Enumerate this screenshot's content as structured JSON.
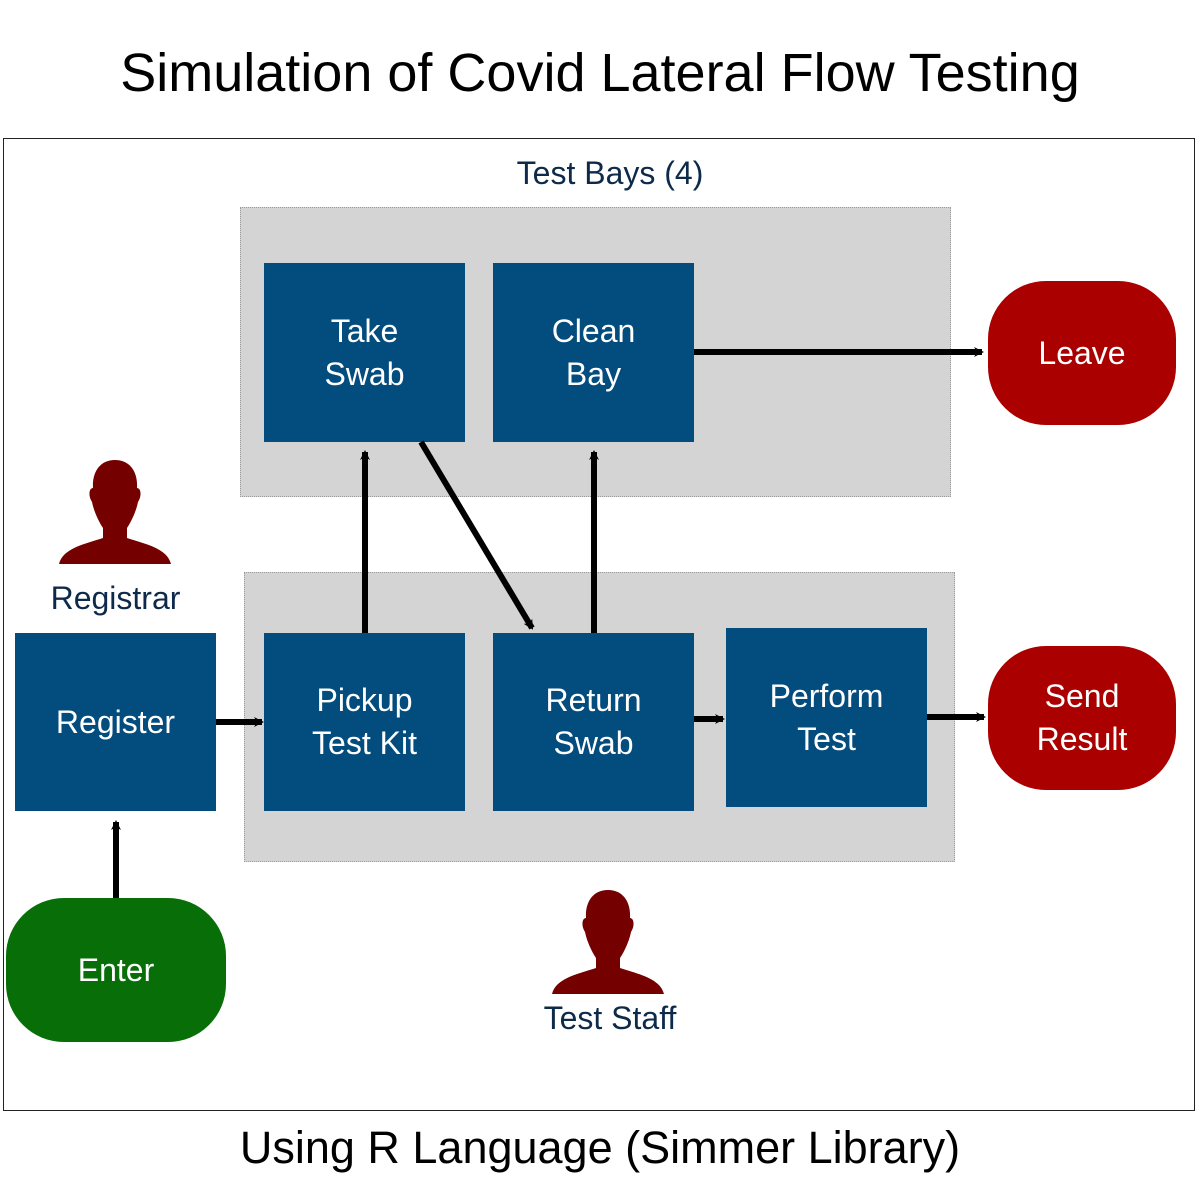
{
  "title": "Simulation of Covid Lateral Flow Testing",
  "subtitle": "Using R Language (Simmer Library)",
  "groups": {
    "test_bays": {
      "label": "Test Bays (4)"
    }
  },
  "resources": {
    "registrar": {
      "label": "Registrar",
      "icon": "person-icon"
    },
    "test_staff": {
      "label": "Test Staff",
      "icon": "person-icon"
    }
  },
  "nodes": {
    "take_swab": "Take\nSwab",
    "clean_bay": "Clean\nBay",
    "leave": "Leave",
    "register": "Register",
    "pickup_test_kit": "Pickup\nTest Kit",
    "return_swab": "Return\nSwab",
    "perform_test": "Perform\nTest",
    "send_result": "Send\nResult",
    "enter": "Enter"
  },
  "edges": [
    {
      "from": "enter",
      "to": "register"
    },
    {
      "from": "register",
      "to": "pickup_test_kit"
    },
    {
      "from": "pickup_test_kit",
      "to": "take_swab"
    },
    {
      "from": "take_swab",
      "to": "return_swab"
    },
    {
      "from": "return_swab",
      "to": "clean_bay"
    },
    {
      "from": "clean_bay",
      "to": "leave"
    },
    {
      "from": "return_swab",
      "to": "perform_test"
    },
    {
      "from": "perform_test",
      "to": "send_result"
    }
  ],
  "colors": {
    "process": "#034c7e",
    "terminal_end": "#aa0000",
    "terminal_start": "#086e08",
    "resource": "#750000",
    "group_bg": "#d4d4d4"
  }
}
